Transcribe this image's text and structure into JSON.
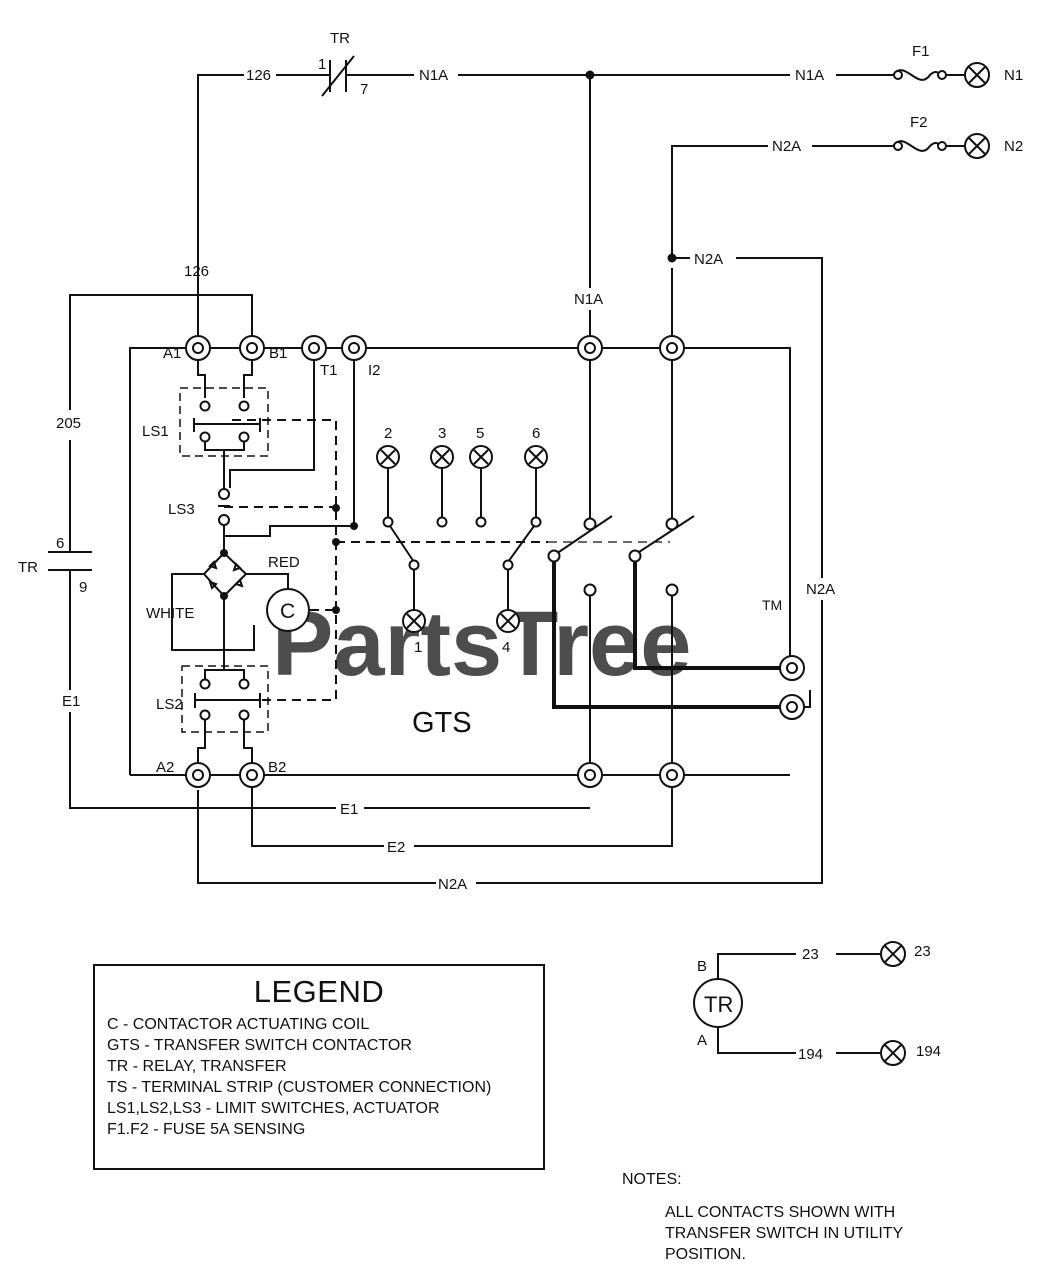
{
  "watermark": {
    "text": "PartsTree",
    "tm": "TM"
  },
  "labels": {
    "tr_top": "TR",
    "tr_contact_1": "1",
    "tr_contact_7": "7",
    "wire_126_top": "126",
    "n1a_a": "N1A",
    "n1a_b": "N1A",
    "f1": "F1",
    "n1": "N1",
    "f2": "F2",
    "n2a_top": "N2A",
    "n2": "N2",
    "n2a_mid": "N2A",
    "wire_126": "126",
    "n1a_vert": "N1A",
    "a1": "A1",
    "b1": "B1",
    "t1": "T1",
    "i2": "I2",
    "wire_205": "205",
    "ls1": "LS1",
    "ls3": "LS3",
    "ls2": "LS2",
    "tr_left": "TR",
    "tr_6": "6",
    "tr_9": "9",
    "red": "RED",
    "white": "WHITE",
    "coil_c": "C",
    "e1_left": "E1",
    "lamp_2": "2",
    "lamp_3": "3",
    "lamp_5": "5",
    "lamp_6": "6",
    "lamp_1": "1",
    "lamp_4": "4",
    "n2a_right": "N2A",
    "gts": "GTS",
    "a2": "A2",
    "b2": "B2",
    "e1_bottom": "E1",
    "e2_bottom": "E2",
    "n2a_bottom": "N2A",
    "tr_relay": "TR",
    "tr_b": "B",
    "tr_a": "A",
    "wire_23": "23",
    "lamp_23": "23",
    "wire_194": "194",
    "lamp_194": "194"
  },
  "legend": {
    "title": "LEGEND",
    "items": [
      "C   - CONTACTOR ACTUATING COIL",
      "GTS - TRANSFER SWITCH CONTACTOR",
      "TR  - RELAY, TRANSFER",
      "TS  - TERMINAL STRIP (CUSTOMER CONNECTION)",
      "LS1,LS2,LS3 - LIMIT SWITCHES, ACTUATOR",
      "F1.F2 - FUSE 5A SENSING"
    ]
  },
  "notes": {
    "heading": "NOTES:",
    "text": "ALL CONTACTS SHOWN WITH TRANSFER SWITCH IN UTILITY POSITION."
  }
}
